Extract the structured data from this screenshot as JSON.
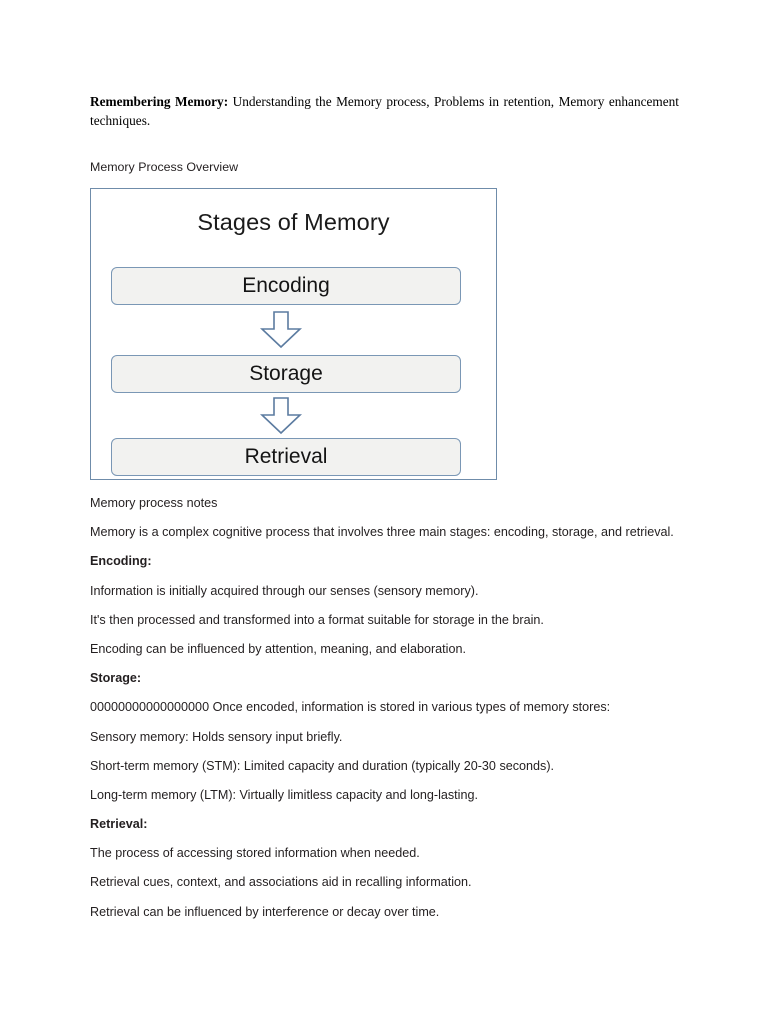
{
  "document": {
    "heading": {
      "lead": "Remembering Memory:",
      "rest": " Understanding the Memory process, Problems in retention, Memory enhancement techniques."
    },
    "caption": "Memory Process Overview"
  },
  "diagram": {
    "title": "Stages of Memory",
    "stages": [
      {
        "label": "Encoding"
      },
      {
        "label": "Storage"
      },
      {
        "label": "Retrieval"
      }
    ],
    "arrow_icon": "down-block-arrow-icon",
    "colors": {
      "frame_border": "#6f8caa",
      "box_border": "#7a97b5",
      "box_fill": "#f2f2f0",
      "arrow_stroke": "#5b7ba0",
      "arrow_fill": "#ffffff",
      "text": "#141414"
    }
  },
  "body": {
    "paragraphs": [
      {
        "text": "Memory process notes",
        "bold": false
      },
      {
        "text": "Memory is a complex cognitive process that involves three main stages: encoding, storage, and retrieval.",
        "bold": false
      },
      {
        "text": "Encoding:",
        "bold": true
      },
      {
        "text": "Information is initially acquired through our senses (sensory memory).",
        "bold": false
      },
      {
        "text": "It's then processed and transformed into a format suitable for storage in the brain.",
        "bold": false
      },
      {
        "text": "Encoding can be influenced by attention, meaning, and elaboration.",
        "bold": false
      },
      {
        "text": "Storage:",
        "bold": true
      },
      {
        "text": "00000000000000000 Once encoded, information is stored in various types of memory stores:",
        "bold": false
      },
      {
        "text": "Sensory memory: Holds sensory input briefly.",
        "bold": false
      },
      {
        "text": "Short-term memory (STM): Limited capacity and duration (typically 20-30 seconds).",
        "bold": false
      },
      {
        "text": "Long-term memory (LTM): Virtually limitless capacity and long-lasting.",
        "bold": false
      },
      {
        "text": "Retrieval:",
        "bold": true
      },
      {
        "text": "The process of accessing stored information when needed.",
        "bold": false
      },
      {
        "text": "Retrieval cues, context, and associations aid in recalling information.",
        "bold": false
      },
      {
        "text": "Retrieval can be influenced by interference or decay over time.",
        "bold": false
      }
    ]
  }
}
